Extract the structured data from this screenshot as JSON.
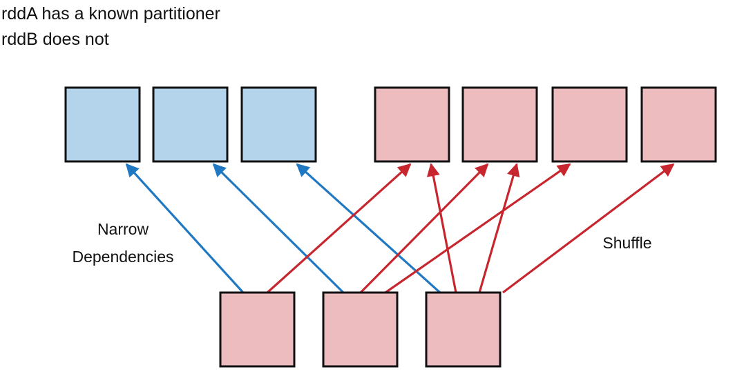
{
  "caption": {
    "line1": "rddA has a known partitioner",
    "line2": "rddB does not"
  },
  "labels": {
    "narrow_line1": "Narrow",
    "narrow_line2": "Dependencies",
    "shuffle": "Shuffle"
  },
  "colors": {
    "rdd_a_fill": "#b3d4ea",
    "rdd_b_fill": "#ecbcbe",
    "result_fill": "#ecbcbe",
    "box_stroke": "#111111",
    "narrow_arrow": "#1f78c1",
    "shuffle_arrow": "#c8262f"
  },
  "partitions": {
    "rdd_a": [
      "a0",
      "a1",
      "a2"
    ],
    "rdd_b": [
      "b0",
      "b1",
      "b2",
      "b3"
    ],
    "result": [
      "r0",
      "r1",
      "r2"
    ]
  },
  "dependencies": {
    "narrow": [
      {
        "from": "r0",
        "to": "a0"
      },
      {
        "from": "r1",
        "to": "a1"
      },
      {
        "from": "r2",
        "to": "a2"
      }
    ],
    "shuffle": [
      {
        "from": "r0",
        "to": "b0"
      },
      {
        "from": "r1",
        "to": "b1"
      },
      {
        "from": "r1",
        "to": "b2"
      },
      {
        "from": "r2",
        "to": "b0"
      },
      {
        "from": "r2",
        "to": "b1"
      },
      {
        "from": "r2",
        "to": "b3"
      }
    ]
  }
}
